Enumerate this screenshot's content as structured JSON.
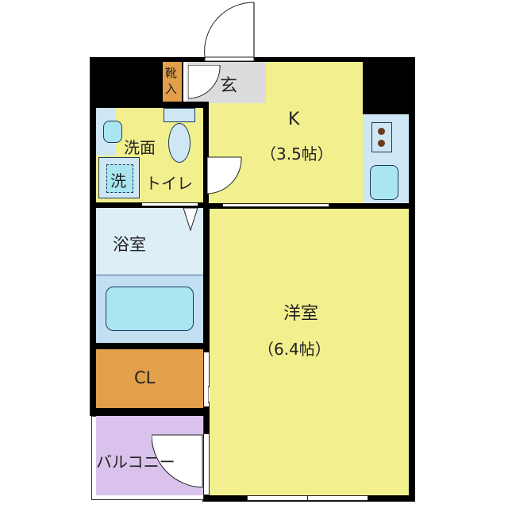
{
  "floorplan": {
    "colors": {
      "wall": "#000000",
      "living": "#f2ef8e",
      "wet": "#cfe6f4",
      "fixture": "#a9e6f2",
      "storage": "#e2a04a",
      "balcony": "#d9c3ec",
      "entrance": "#dcdcdc",
      "burner": "#6b3a1e"
    },
    "rooms": {
      "genkan": {
        "label": "玄"
      },
      "shoe_closet": {
        "label": "靴入"
      },
      "kitchen": {
        "label": "K",
        "size": "（3.5帖）"
      },
      "washroom": {
        "label": "洗面"
      },
      "washer": {
        "label": "洗"
      },
      "toilet": {
        "label": "トイレ"
      },
      "bath": {
        "label": "浴室"
      },
      "western_room": {
        "label": "洋室",
        "size": "（6.4帖）"
      },
      "closet": {
        "label": "CL"
      },
      "balcony": {
        "label": "バルコニー"
      }
    }
  }
}
